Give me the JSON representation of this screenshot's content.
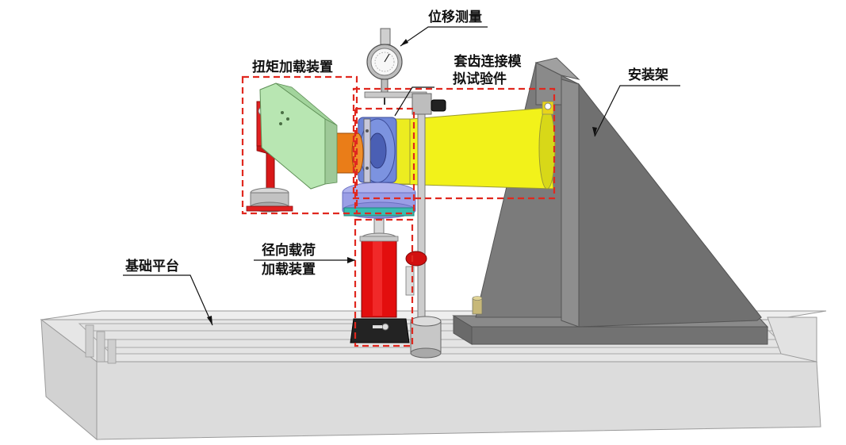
{
  "labels": {
    "displacement": "位移测量",
    "torque": "扭矩加载装置",
    "spline_line1": "套齿连接模",
    "spline_line2": "拟试验件",
    "mount": "安装架",
    "radial_line1": "径向载荷",
    "radial_line2": "加载装置",
    "base": "基础平台"
  },
  "colors": {
    "highlight_box": "#e0281f",
    "test_piece": "#f2f21a",
    "coupling": "#ea7d18",
    "torque_plate": "#b8e6b2",
    "torque_bracket": "#e12020",
    "hub": "#6f86d8",
    "base_disc": "#9a9ee6",
    "teal_ring": "#37bdb0",
    "actuator": "#e30e0e",
    "mount_frame": "#7d7d7d",
    "platform": "#e1e1e1"
  }
}
